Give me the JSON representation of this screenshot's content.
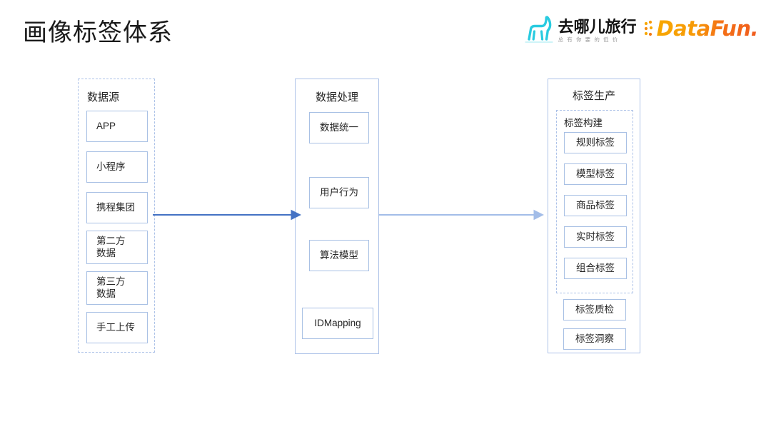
{
  "header": {
    "title": "画像标签体系",
    "qunar_logo": {
      "icon": "camel-icon",
      "name": "去哪儿旅行",
      "tagline": "总有你要的低价",
      "camel_color": "#29cbe0"
    },
    "datafun_logo": {
      "icon": "dots-icon",
      "name": "DataFun.",
      "accent_color": "#f7a800"
    }
  },
  "diagram": {
    "colors": {
      "border": "#adc2e8",
      "node_border": "#a8c0e4",
      "arrow_primary": "#4472c4",
      "arrow_secondary": "#a3bde8",
      "text": "#262626"
    },
    "columns": [
      {
        "id": "data-source",
        "title": "数据源",
        "nodes": [
          {
            "label": "APP"
          },
          {
            "label": "小程序"
          },
          {
            "label": "携程集团"
          },
          {
            "label": "第二方\n数据"
          },
          {
            "label": "第三方\n数据"
          },
          {
            "label": "手工上传"
          }
        ]
      },
      {
        "id": "data-processing",
        "title": "数据处理",
        "nodes": [
          {
            "label": "数据统一"
          },
          {
            "label": "用户行为"
          },
          {
            "label": "算法模型"
          },
          {
            "label": "IDMapping"
          }
        ]
      },
      {
        "id": "tag-production",
        "title": "标签生产",
        "subgroup": {
          "title": "标签构建",
          "nodes": [
            {
              "label": "规则标签"
            },
            {
              "label": "模型标签"
            },
            {
              "label": "商品标签"
            },
            {
              "label": "实时标签"
            },
            {
              "label": "组合标签"
            }
          ]
        },
        "nodes": [
          {
            "label": "标签质检"
          },
          {
            "label": "标签洞察"
          }
        ]
      }
    ],
    "arrows": [
      {
        "id": "arrow-source-to-processing",
        "from": "data-source",
        "to": "data-processing"
      },
      {
        "id": "arrow-processing-to-production",
        "from": "data-processing",
        "to": "tag-production"
      }
    ]
  }
}
